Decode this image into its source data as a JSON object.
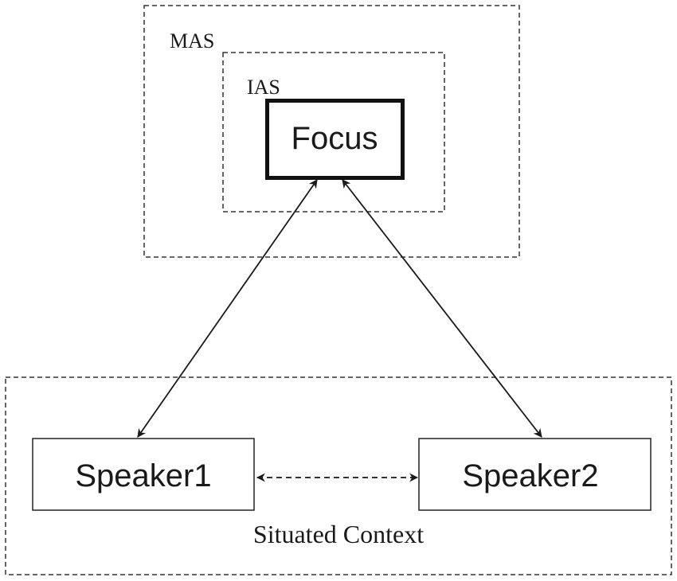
{
  "diagram": {
    "mas_label": "MAS",
    "ias_label": "IAS",
    "focus_label": "Focus",
    "speaker1_label": "Speaker1",
    "speaker2_label": "Speaker2",
    "context_label": "Situated Context"
  }
}
